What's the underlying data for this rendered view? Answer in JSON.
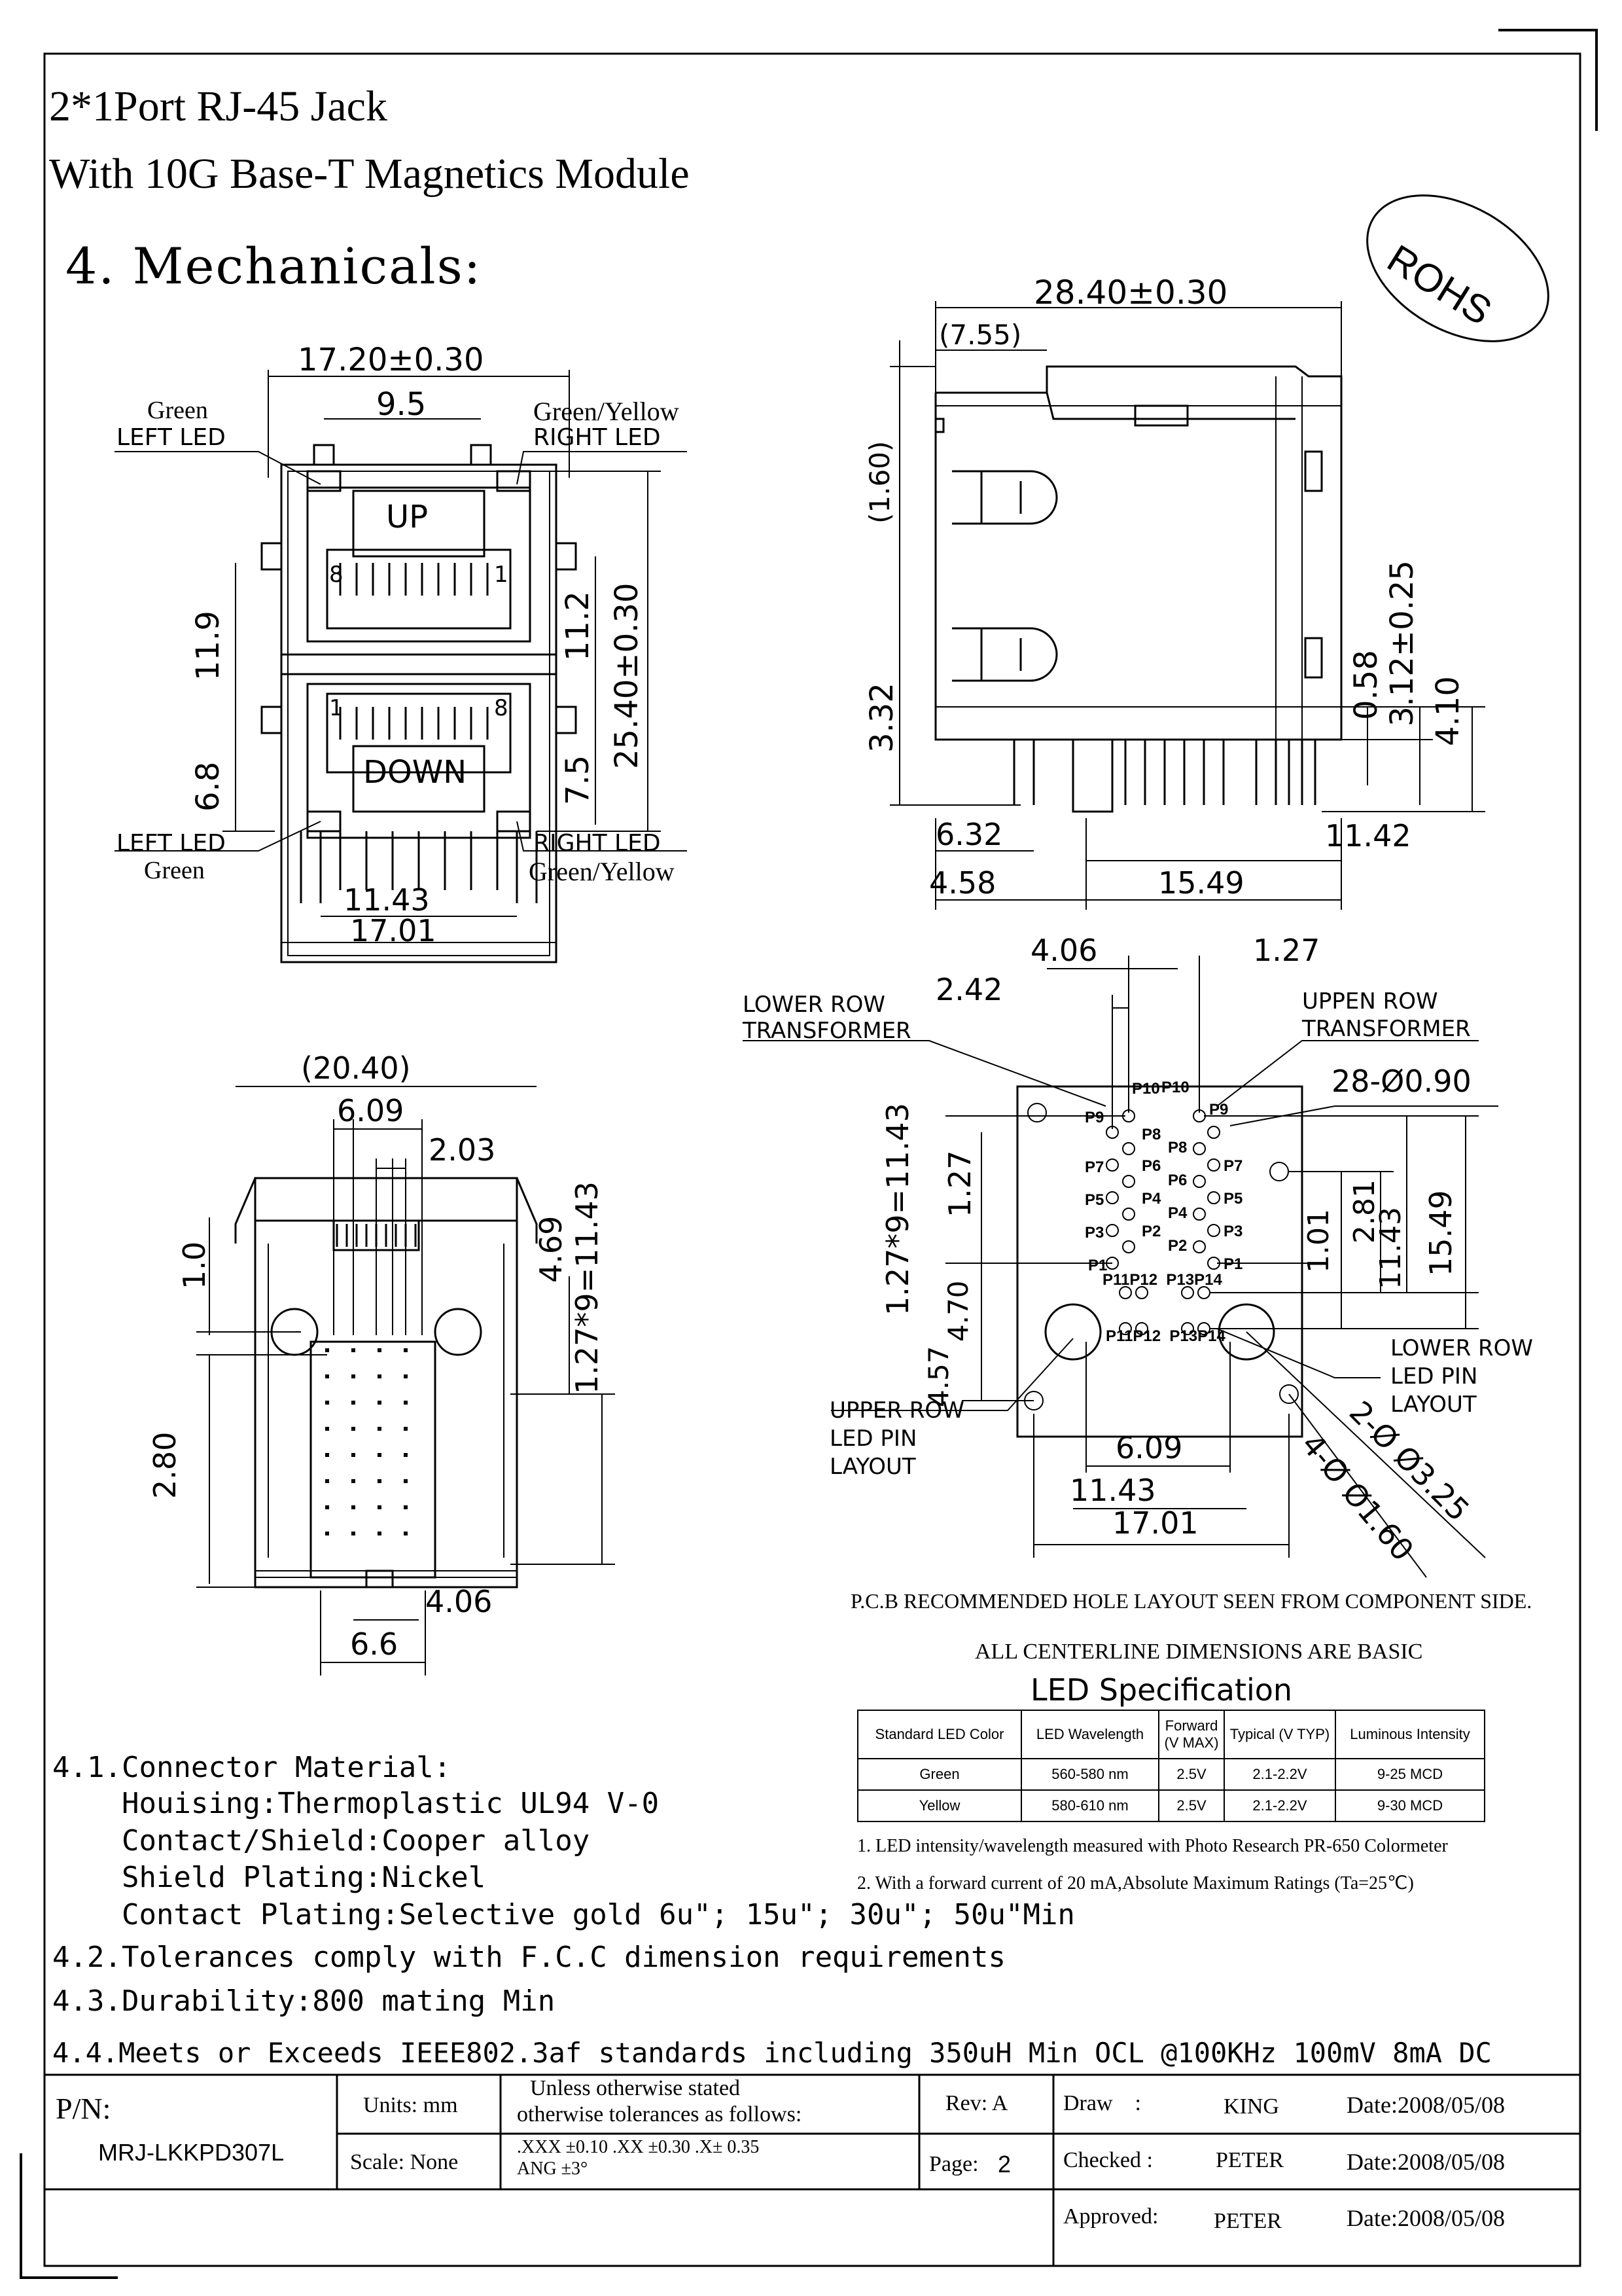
{
  "header": {
    "title_line1": "2*1Port RJ-45 Jack",
    "title_line2": "With 10G Base-T Magnetics Module",
    "section": "4. Mechanicals:",
    "rohs": "ROHS"
  },
  "front_view": {
    "dim_width_top": "17.20±0.30",
    "dim_inner": "9.5",
    "green_left_top": "Green",
    "left_led_top": "LEFT LED",
    "green_yellow_top": "Green/Yellow",
    "right_led_top": "RIGHT LED",
    "port_up": "UP",
    "port_down": "DOWN",
    "pin8_up": "8",
    "pin1_up": "1",
    "pin1_down": "1",
    "pin8_down": "8",
    "dim_11_9": "11.9",
    "dim_6_8": "6.8",
    "dim_11_2": "11.2",
    "dim_7_5": "7.5",
    "dim_height": "25.40±0.30",
    "left_led_bottom": "LEFT LED",
    "green_left_bottom": "Green",
    "right_led_bottom": "RIGHT LED",
    "green_yellow_bottom": "Green/Yellow",
    "dim_11_43": "11.43",
    "dim_17_01": "17.01"
  },
  "side_view": {
    "dim_width": "28.40±0.30",
    "dim_7_55": "(7.55)",
    "dim_1_60": "(1.60)",
    "dim_3_32": "3.32",
    "dim_0_58": "0.58",
    "dim_3_12": "3.12±0.25",
    "dim_4_10": "4.10",
    "dim_6_32": "6.32",
    "dim_11_42": "11.42",
    "dim_4_58": "4.58",
    "dim_15_49": "15.49"
  },
  "bottom_view": {
    "dim_20_40": "(20.40)",
    "dim_6_09": "6.09",
    "dim_2_03": "2.03",
    "dim_1_0": "1.0",
    "dim_4_69": "4.69",
    "dim_pitch": "1.27*9=11.43",
    "dim_2_80": "2.80",
    "dim_4_06": "4.06",
    "dim_6_6": "6.6"
  },
  "pcb_layout": {
    "dim_4_06": "4.06",
    "dim_1_27_top": "1.27",
    "dim_2_42": "2.42",
    "lower_row_transformer_1": "LOWER ROW",
    "lower_row_transformer_2": "TRANSFORMER",
    "upper_row_transformer_1": "UPPEN ROW",
    "upper_row_transformer_2": "TRANSFORMER",
    "holes": "28-Ø0.90",
    "dim_pitch_v": "1.27*9=11.43",
    "dim_1_27_v": "1.27",
    "dim_4_70": "4.70",
    "dim_4_57": "4.57",
    "dim_1_01": "1.01",
    "dim_2_81": "2.81",
    "dim_11_43_v": "11.43",
    "dim_15_49": "15.49",
    "lower_row_led_1": "LOWER ROW",
    "lower_row_led_2": "LED PIN",
    "lower_row_led_3": "LAYOUT",
    "upper_row_led_1": "UPPER ROW",
    "upper_row_led_2": "LED PIN",
    "upper_row_led_3": "LAYOUT",
    "dim_6_09": "6.09",
    "dim_11_43_h": "11.43",
    "dim_17_01": "17.01",
    "hole_3_25": "2-Ø Ø3.25",
    "hole_1_60": "4-Ø Ø1.60",
    "pins": {
      "p10a": "P10",
      "p10b": "P10",
      "p9l": "P9",
      "p9r": "P9",
      "p8a": "P8",
      "p8b": "P8",
      "p7l": "P7",
      "p7r": "P7",
      "p6a": "P6",
      "p6b": "P6",
      "p5l": "P5",
      "p5r": "P5",
      "p4a": "P4",
      "p4b": "P4",
      "p3l": "P3",
      "p3r": "P3",
      "p2a": "P2",
      "p2b": "P2",
      "p1l": "P1",
      "p1r": "P1",
      "led_top": "P11P12  P13P14",
      "led_bot": "P11P12  P13P14"
    },
    "note1": "P.C.B RECOMMENDED HOLE LAYOUT SEEN FROM COMPONENT SIDE.",
    "note2": "ALL CENTERLINE DIMENSIONS ARE BASIC"
  },
  "led_spec": {
    "title": "LED Specification",
    "headers": [
      "Standard LED Color",
      "LED Wavelength",
      "Forward (V MAX)",
      "Typical (V TYP)",
      "Luminous Intensity"
    ],
    "rows": [
      [
        "Green",
        "560-580 nm",
        "2.5V",
        "2.1-2.2V",
        "9-25 MCD"
      ],
      [
        "Yellow",
        "580-610 nm",
        "2.5V",
        "2.1-2.2V",
        "9-30 MCD"
      ]
    ],
    "note1": "1. LED intensity/wavelength measured with Photo Research PR-650 Colormeter",
    "note2": "2. With a forward current of 20 mA,Absolute Maximum Ratings (Ta=25℃)"
  },
  "materials": {
    "l1": "4.1.Connector Material:",
    "l2": "    Houising:Thermoplastic UL94 V-0",
    "l3": "    Contact/Shield:Cooper alloy",
    "l4": "    Shield Plating:Nickel",
    "l5": "    Contact Plating:Selective gold 6u\"; 15u\"; 30u\"; 50u\"Min",
    "l6": "4.2.Tolerances comply with F.C.C dimension requirements",
    "l7": "4.3.Durability:800 mating Min",
    "l8": "4.4.Meets or Exceeds IEEE802.3af standards including 350uH Min OCL @100KHz 100mV 8mA DC"
  },
  "title_block": {
    "pn_label": "P/N:",
    "pn_value": "MRJ-LKKPD307L",
    "units": "Units: mm",
    "scale": "Scale: None",
    "tol_line1": "Unless otherwise stated",
    "tol_line2": "otherwise tolerances as follows:",
    "tol_line3": ".XXX ±0.10 .XX ±0.30 .X± 0.35",
    "tol_line4": "ANG ±3°",
    "rev": "Rev: A",
    "page_label": "Page:",
    "page_value": "2",
    "draw_label": "Draw    :",
    "draw_name": "KING",
    "draw_date": "Date:2008/05/08",
    "checked_label": "Checked :",
    "checked_name": "PETER",
    "checked_date": "Date:2008/05/08",
    "approved_label": "Approved:",
    "approved_name": "PETER",
    "approved_date": "Date:2008/05/08"
  }
}
